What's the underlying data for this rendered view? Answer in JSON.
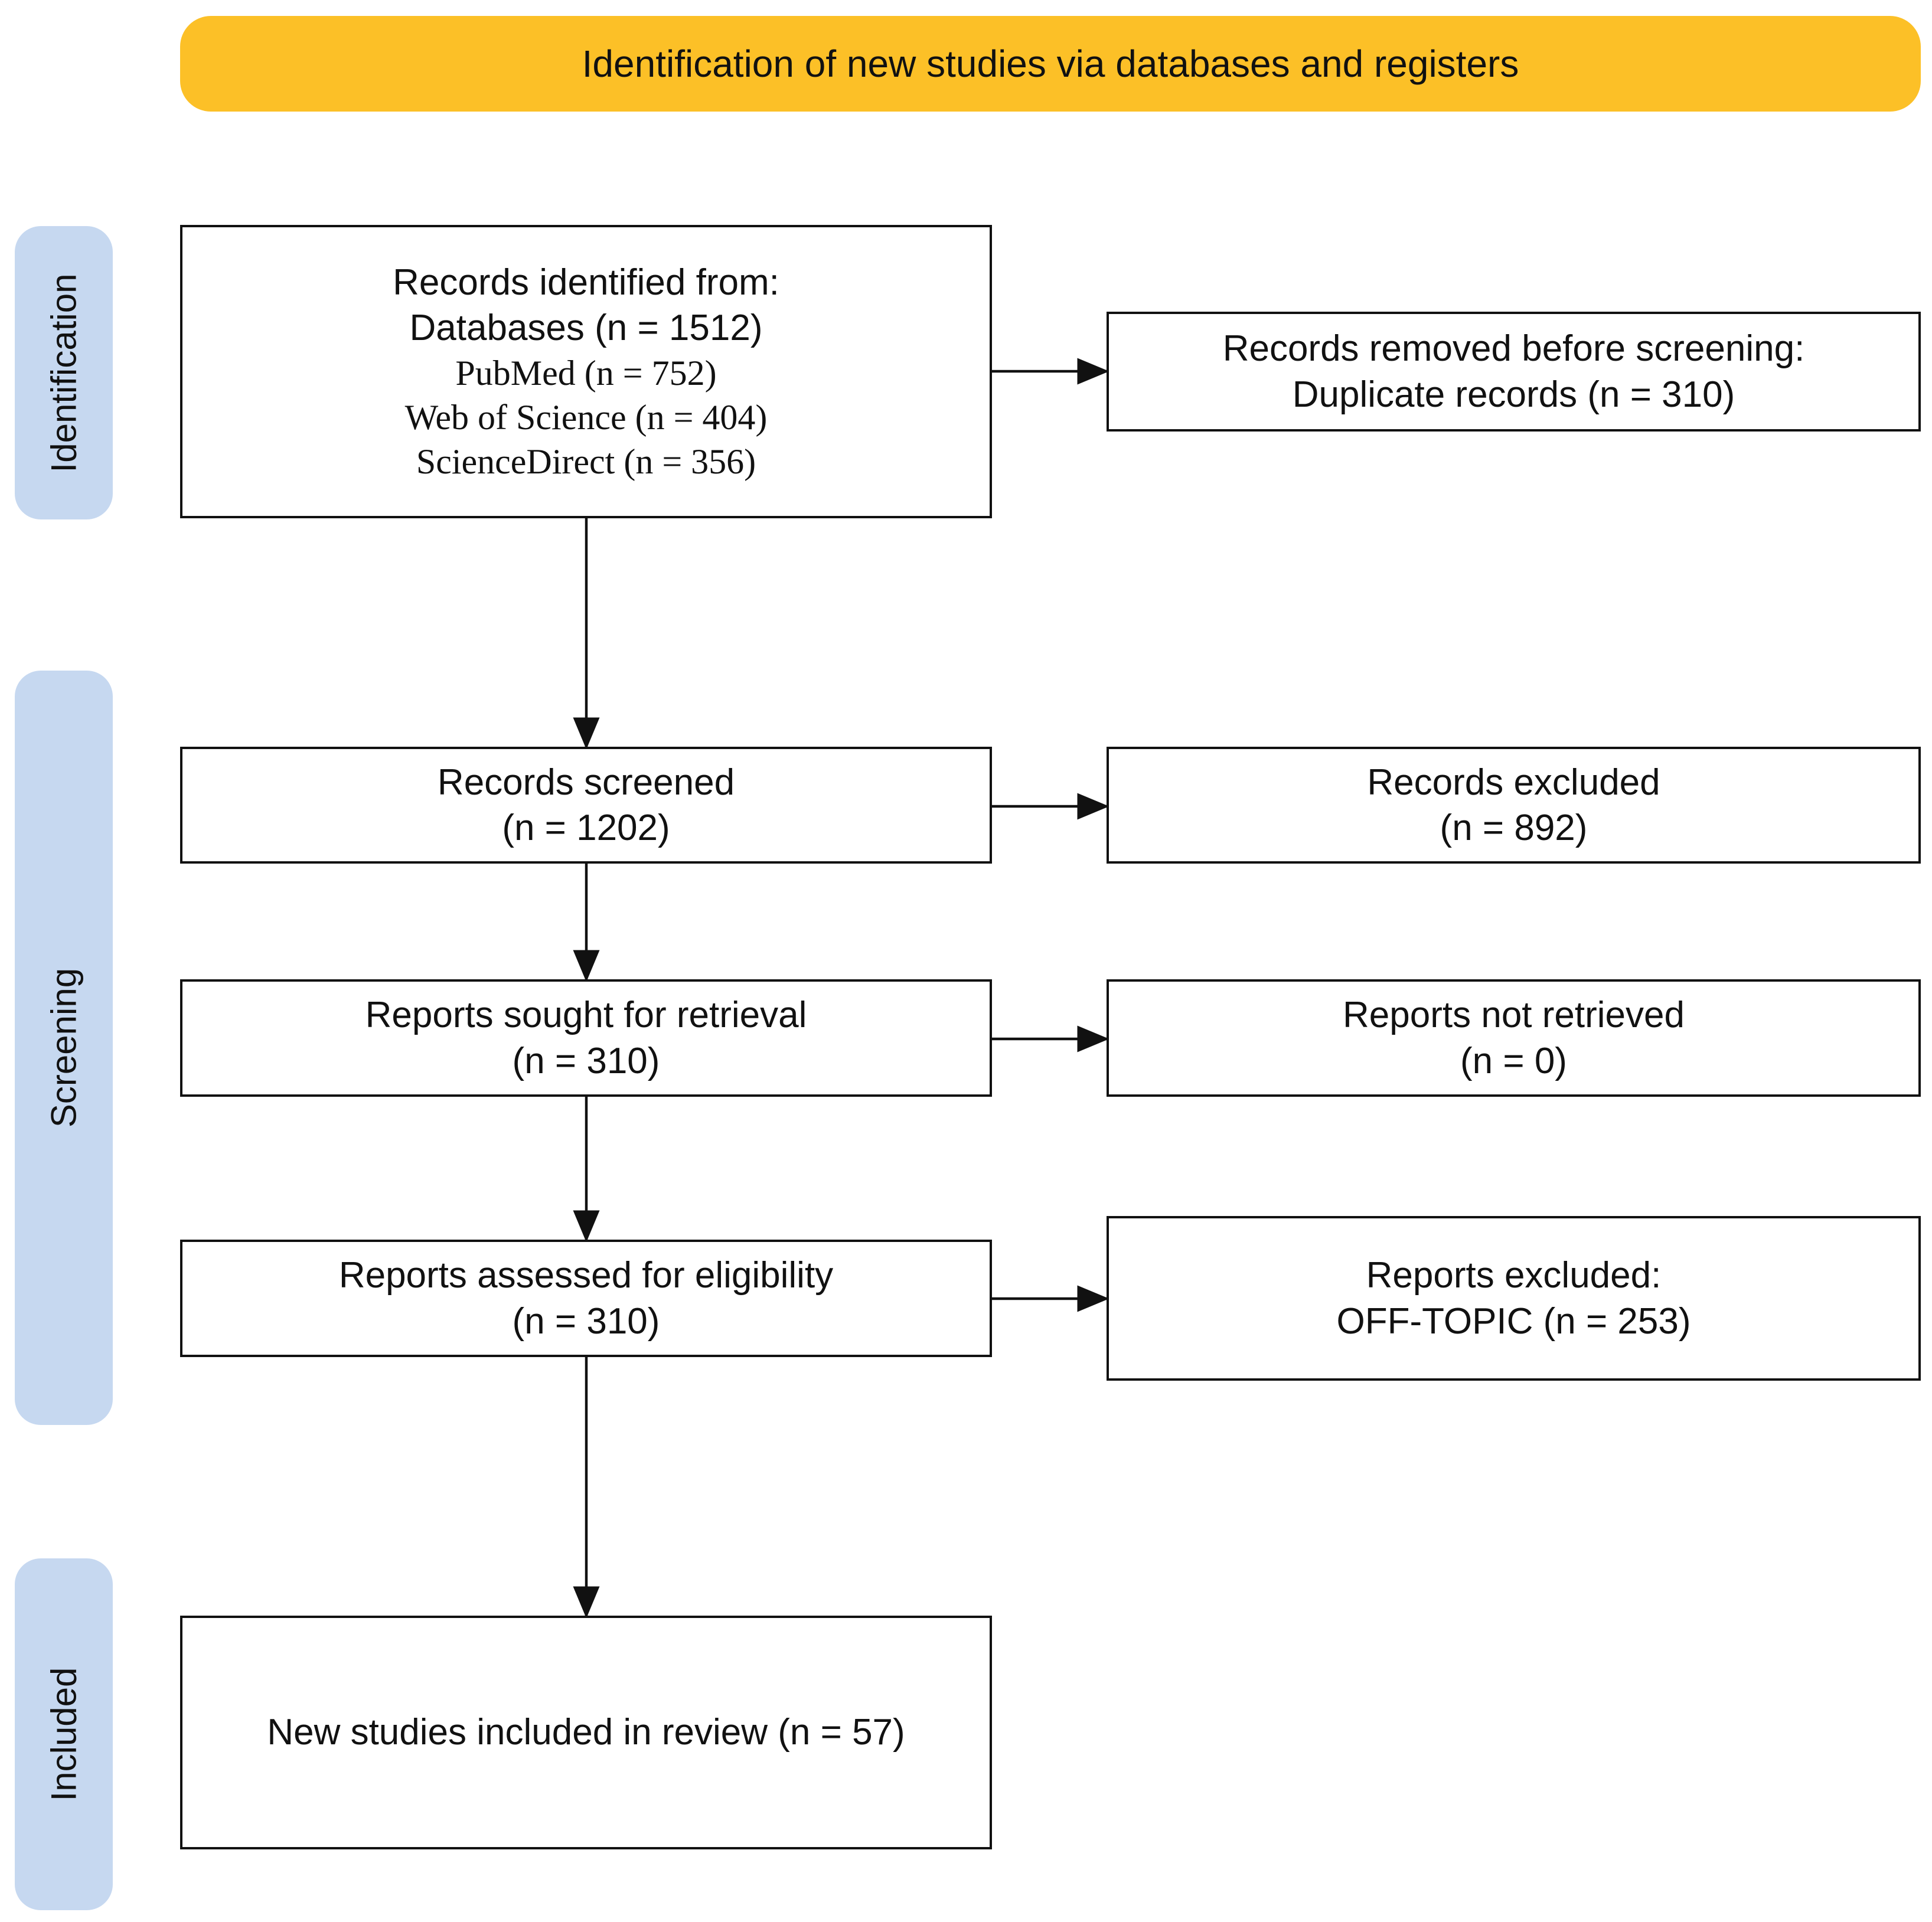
{
  "header": "Identification of new studies via databases and registers",
  "phases": {
    "identification": "Identification",
    "screening": "Screening",
    "included": "Included"
  },
  "boxes": {
    "records_identified": {
      "title": "Records identified from:",
      "databases": "Databases (n = 1512)",
      "pubmed": "PubMed (n = 752)",
      "wos": "Web of Science (n = 404)",
      "sciencedirect": "ScienceDirect (n = 356)"
    },
    "records_removed": {
      "title": "Records removed before screening:",
      "duplicates": "Duplicate records (n = 310)"
    },
    "records_screened": {
      "title": "Records screened",
      "count": "(n = 1202)"
    },
    "records_excluded": {
      "title": "Records excluded",
      "count": "(n = 892)"
    },
    "reports_sought": {
      "title": "Reports sought for retrieval",
      "count": "(n = 310)"
    },
    "reports_not_retrieved": {
      "title": "Reports not retrieved",
      "count": "(n = 0)"
    },
    "reports_assessed": {
      "title": "Reports assessed for eligibility",
      "count": "(n = 310)"
    },
    "reports_excluded": {
      "title": "Reports excluded:",
      "reason": "OFF-TOPIC (n = 253)"
    },
    "studies_included": {
      "title": "New studies included in review (n = 57)"
    }
  },
  "colors": {
    "header": "#fcc027",
    "phase": "#c6d8f0",
    "border": "#111111"
  }
}
